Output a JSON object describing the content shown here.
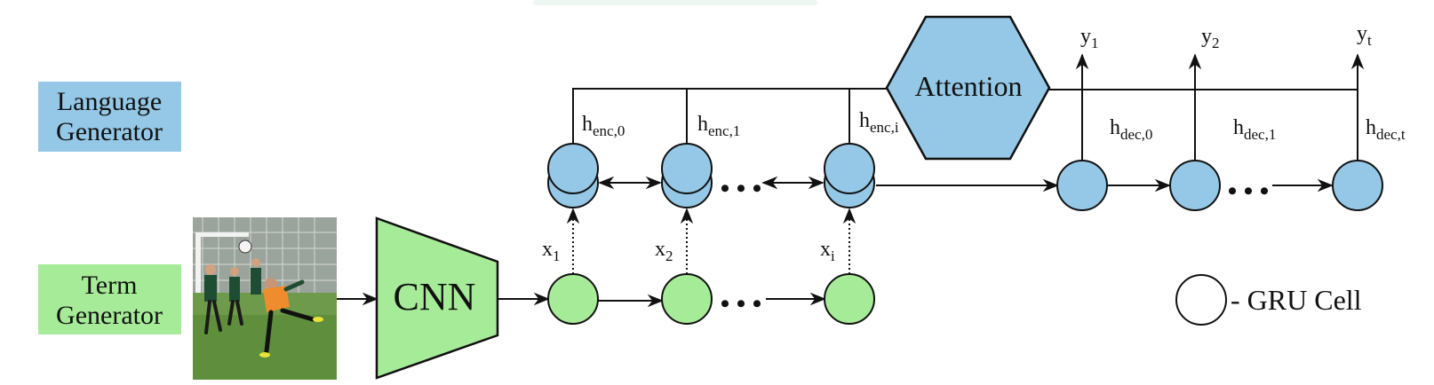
{
  "legend_labels": {
    "language_generator": [
      "Language",
      "Generator"
    ],
    "term_generator": [
      "Term",
      "Generator"
    ],
    "gru_cell": "- GRU Cell"
  },
  "blocks": {
    "cnn": "CNN",
    "attention": "Attention",
    "ellipsis": "• • •"
  },
  "photo": {
    "description_icon": "soccer-photo-icon"
  },
  "encoder_hidden": [
    {
      "base": "h",
      "sub": "enc,0"
    },
    {
      "base": "h",
      "sub": "enc,1"
    },
    {
      "base": "h",
      "sub": "enc,i"
    }
  ],
  "decoder_hidden": [
    {
      "base": "h",
      "sub": "dec,0"
    },
    {
      "base": "h",
      "sub": "dec,1"
    },
    {
      "base": "h",
      "sub": "dec,t"
    }
  ],
  "inputs": [
    {
      "base": "x",
      "sub": "1"
    },
    {
      "base": "x",
      "sub": "2"
    },
    {
      "base": "x",
      "sub": "i"
    }
  ],
  "outputs": [
    {
      "base": "y",
      "sub": "1"
    },
    {
      "base": "y",
      "sub": "2"
    },
    {
      "base": "y",
      "sub": "t"
    }
  ],
  "colors": {
    "language_blue": "#95c8e6",
    "term_green": "#a6eb98",
    "stroke": "#111111",
    "legend_bg_blue": "#95c8e6",
    "legend_bg_green": "#a6eb98"
  }
}
